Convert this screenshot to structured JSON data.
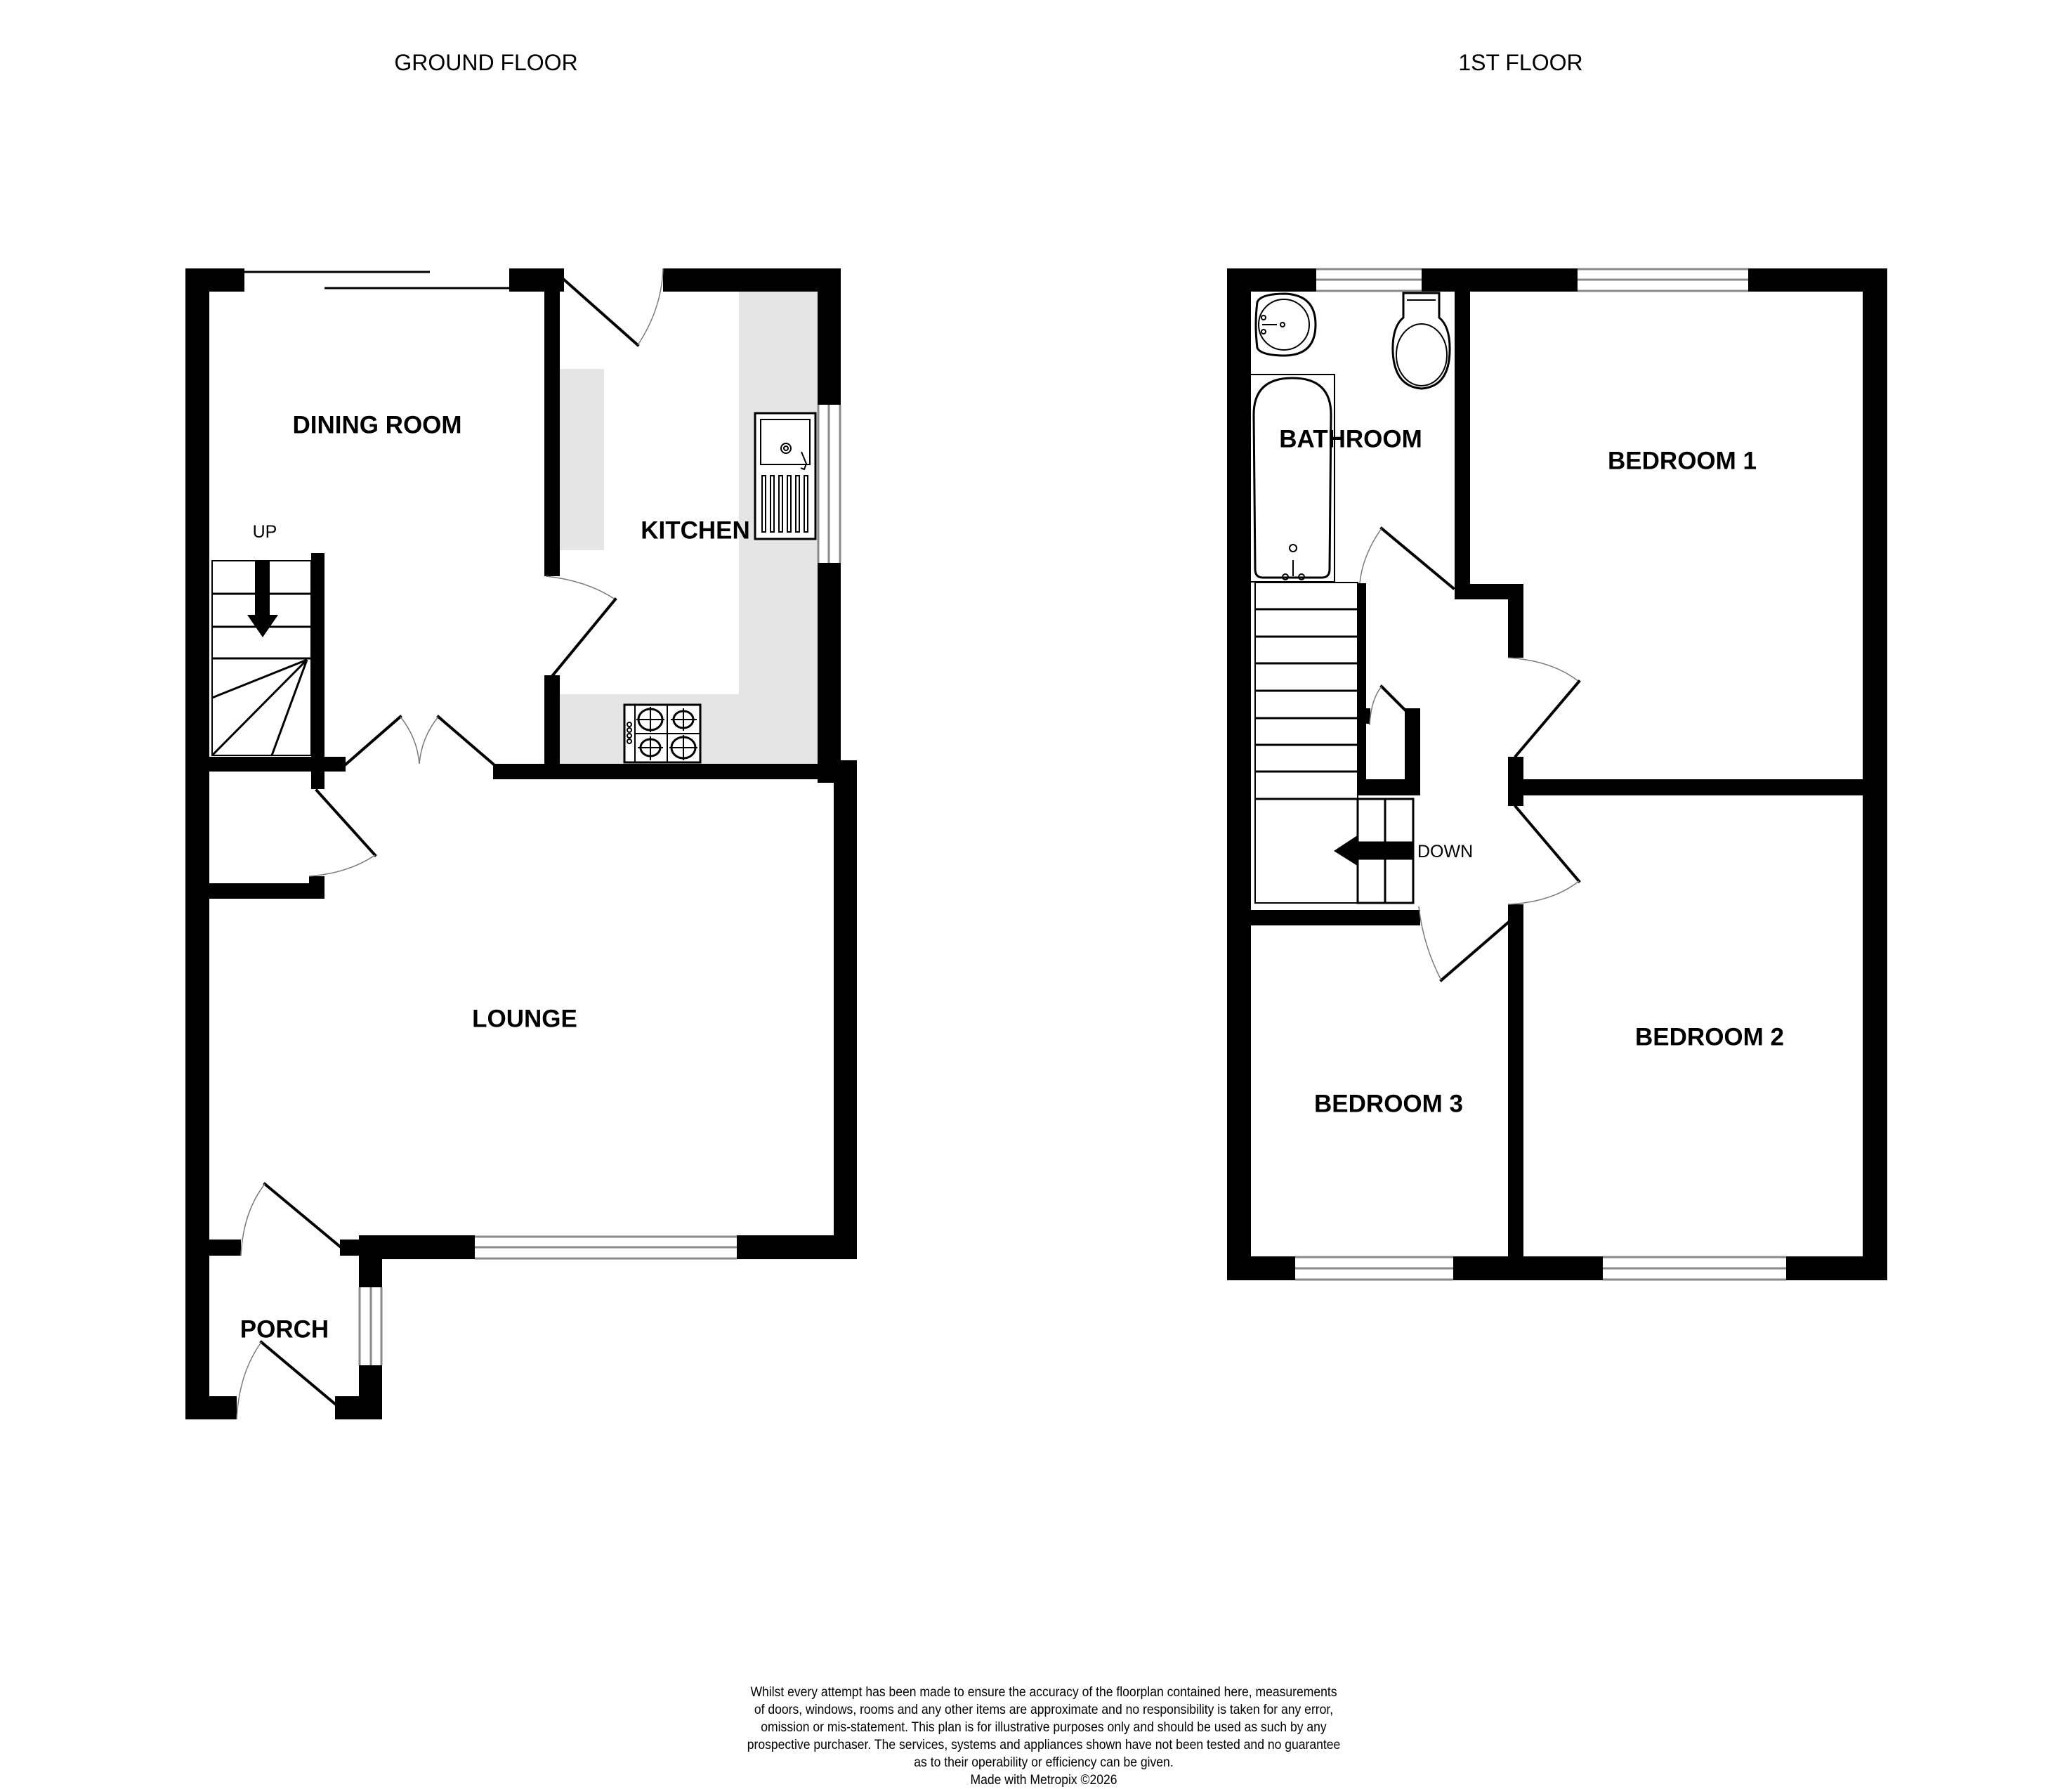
{
  "floors": {
    "ground": {
      "title": "GROUND FLOOR",
      "rooms": {
        "dining_room": "DINING ROOM",
        "kitchen": "KITCHEN",
        "lounge": "LOUNGE",
        "porch": "PORCH"
      },
      "stairs_label": "UP"
    },
    "first": {
      "title": "1ST FLOOR",
      "rooms": {
        "bathroom": "BATHROOM",
        "bedroom_1": "BEDROOM 1",
        "bedroom_2": "BEDROOM 2",
        "bedroom_3": "BEDROOM 3"
      },
      "stairs_label": "DOWN"
    }
  },
  "icons": {
    "stairs_arrow_up": "arrow-down-icon",
    "stairs_arrow_down": "arrow-left-icon",
    "sink": "sink-icon",
    "hob": "hob-icon",
    "basin": "basin-icon",
    "toilet": "toilet-icon",
    "bath": "bath-icon"
  },
  "colors": {
    "wall": "#000000",
    "counter": "#e5e5e5",
    "window_line": "#8a8a8a",
    "background": "#ffffff"
  },
  "disclaimer": {
    "lines": [
      "Whilst every attempt has been made to ensure the accuracy of the floorplan contained here, measurements",
      "of doors, windows, rooms and any other items are approximate and no responsibility is taken for any error,",
      "omission or mis-statement. This plan is for illustrative purposes only and should be used as such by any",
      "prospective purchaser. The services, systems and appliances shown have not been tested and no guarantee",
      "as to their operability or efficiency can be given."
    ],
    "credit": "Made with Metropix ©2026"
  }
}
